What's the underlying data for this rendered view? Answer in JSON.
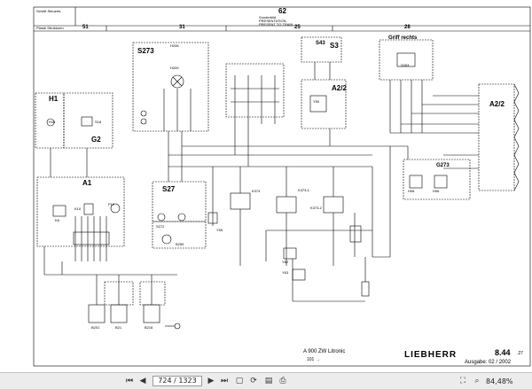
{
  "header": {
    "left_top": "Schrift Steuerts",
    "left_bottom": "Plaste Strukturen",
    "sheet_number": "62",
    "notes": [
      "Sonderbild",
      "PRESENTATION",
      "PRESENT TO TRAIN"
    ],
    "columns": [
      "51",
      "31",
      "25",
      "28"
    ]
  },
  "components": {
    "S273": "S273",
    "H206": "H206",
    "H200": "H200",
    "S43": "S43",
    "S3": "S3",
    "A2_2_left": "A2/2",
    "Y50": "Y50",
    "grip_right": "Griff rechts",
    "S263": "S263",
    "A2_2_right": "A2/2",
    "H1": "H1",
    "H18": "H18",
    "S18": "S18",
    "G2": "G2",
    "A1": "A1",
    "K6": "K6",
    "K10": "K10",
    "P10": "P10",
    "S27": "S27",
    "S272": "S272",
    "B259": "B259",
    "Y55": "Y55",
    "K374": "K374",
    "K373_1": "K373-1",
    "K373_2": "K373-2",
    "G273": "G273",
    "Y62": "Y62",
    "Y63": "Y63",
    "B201": "B201",
    "B21": "B21",
    "B216": "B216",
    "H08": "H08",
    "H06": "H06"
  },
  "footer": {
    "model": "A 900 ZW Litronic",
    "page_ref": "101 →",
    "brand": "LIEBHERR",
    "doc_number": "8.44",
    "doc_sub": ".27",
    "edition": "Ausgabe: 02 / 2002"
  },
  "toolbar": {
    "page_value": "724 / 1323",
    "zoom": "84,48%",
    "icons": [
      "nav-first-icon",
      "nav-prev-icon",
      "nav-next-icon",
      "nav-last-icon",
      "fit-page-icon",
      "rotate-icon",
      "save-icon",
      "print-icon",
      "fullscreen-icon"
    ]
  }
}
